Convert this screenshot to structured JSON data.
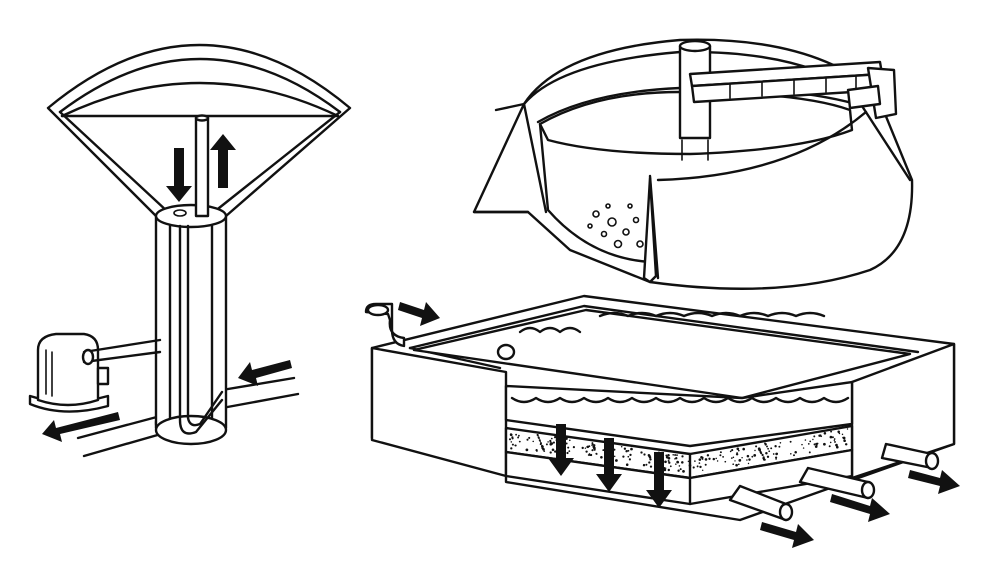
{
  "figure": {
    "background": "#ffffff",
    "ink": "#111111",
    "panels": [
      {
        "id": "sedimentation-funnel",
        "depicts": "funnel-tank-with-central-pipe"
      },
      {
        "id": "circular-clarifier",
        "depicts": "round-tank-with-rotating-bridge"
      },
      {
        "id": "sand-filter-bed",
        "depicts": "rectangular-sand-filter"
      }
    ],
    "icons": [
      "arrow-icon",
      "pipe-icon",
      "bubble-icon",
      "sand-layer-icon"
    ]
  }
}
